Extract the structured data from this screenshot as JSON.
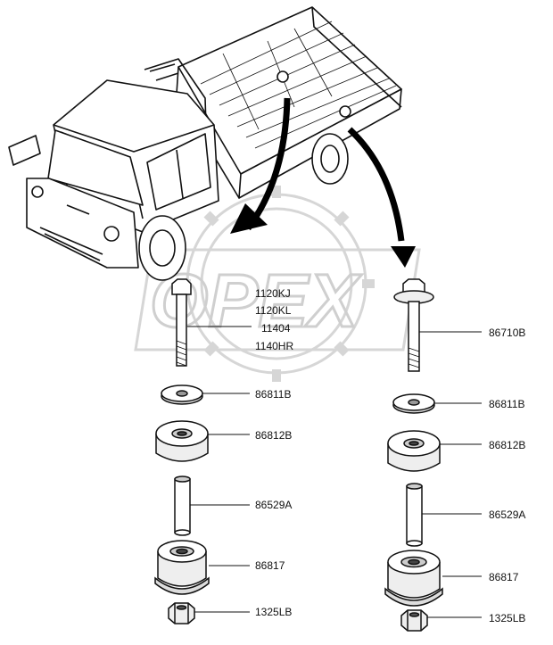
{
  "watermark": {
    "text": "OPEX"
  },
  "left_stack": {
    "bolt_labels": [
      "1120KJ",
      "1120KL",
      "11404",
      "1140HR"
    ],
    "washer_label": "86811B",
    "upper_bushing_label": "86812B",
    "spacer_label": "86529A",
    "lower_bushing_label": "86817",
    "nut_label": "1325LB"
  },
  "right_stack": {
    "bolt_label": "86710B",
    "washer_label": "86811B",
    "upper_bushing_label": "86812B",
    "spacer_label": "86529A",
    "lower_bushing_label": "86817",
    "nut_label": "1325LB"
  }
}
